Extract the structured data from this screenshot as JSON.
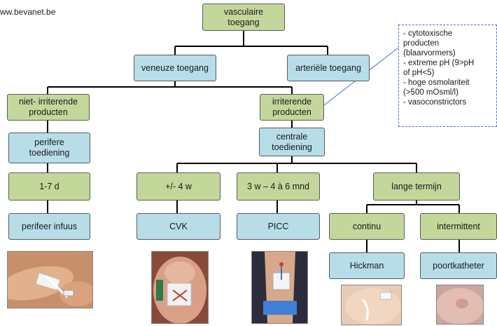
{
  "source": "ww.bevanet.be",
  "nodes": {
    "root": "vasculaire\ntoegang",
    "venous": "veneuze toegang",
    "arterial": "arteriële toegang",
    "non_irritant": "niet- irriterende\nproducten",
    "irritant": "irriterende\nproducten",
    "peripheral_admin": "perifere\ntoediening",
    "central_admin": "centrale\ntoediening",
    "dur_1_7": "1-7 d",
    "dur_4w": "+/-  4 w",
    "dur_3w_6m": "3 w – 4 à 6 mnd",
    "long_term": "lange termijn",
    "peripheral_infusion": "perifeer infuus",
    "cvk": "CVK",
    "picc": "PICC",
    "continuous": "continu",
    "intermittent": "intermittent",
    "hickman": "Hickman",
    "port": "poortkatheter"
  },
  "note": "- cytotoxische\nproducten\n(blaarvormers)\n- extreme pH (9>pH\nof pH<5)\n- hoge osmolariteit\n(>500 mOsml/l)\n- vasoconstrictors",
  "colors": {
    "green": "#c4d79b",
    "blue": "#b7dde8",
    "note_border": "#4472c4"
  }
}
